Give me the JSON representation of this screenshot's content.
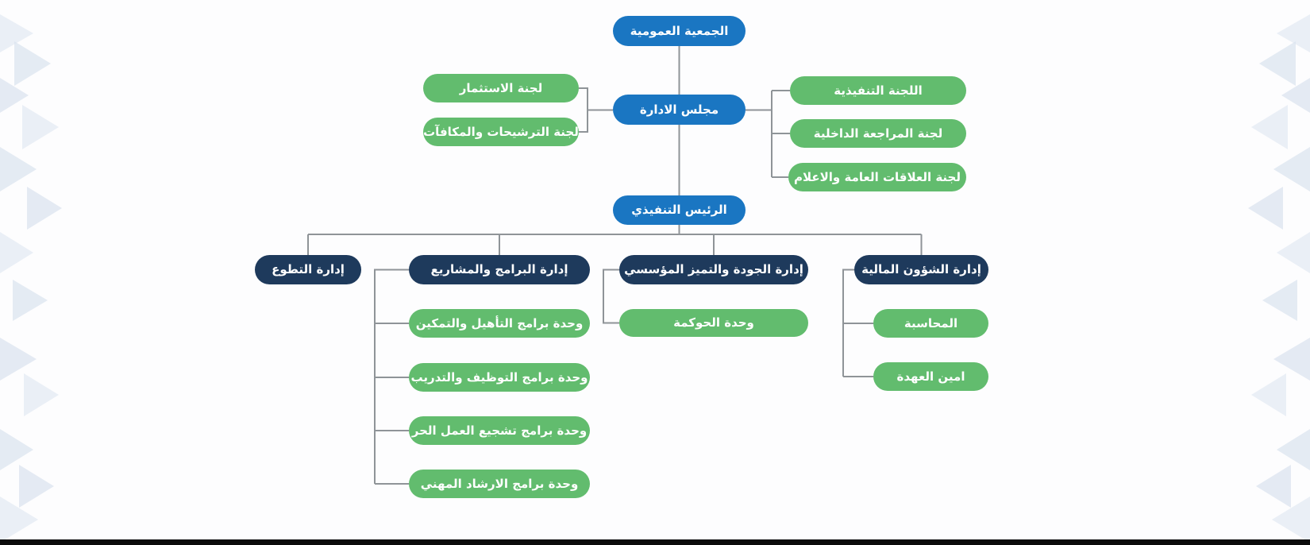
{
  "colors": {
    "blue": "#1a76c2",
    "green": "#62bc6e",
    "navy": "#1e3a5c",
    "line": "#8f9498",
    "pattern_1": "#e6ecf4",
    "pattern_2": "#d8e2ee",
    "pattern_3": "#cfdbe9",
    "bottom_bar": "#0b0b0b"
  },
  "nodes": {
    "general_assembly": "الجمعية العمومية",
    "board": "مجلس الادارة",
    "investment_committee": "لجنة الاستثمار",
    "nominations_remuneration_committee": "لجنة الترشيحات والمكافآت",
    "executive_committee": "اللجنة التنفيذية",
    "internal_audit_committee": "لجنة المراجعة الداخلية",
    "public_relations_media_committee": "لجنة العلاقات العامة والاعلام",
    "ceo": "الرئيس التنفيذي",
    "volunteering_department": "إدارة التطوع",
    "programs_projects_department": "إدارة البرامج والمشاريع",
    "quality_excellence_department": "إدارة الجودة والتميز المؤسسي",
    "financial_affairs_department": "إدارة الشؤون المالية",
    "rehabilitation_empowerment_unit": "وحدة برامج التأهيل والتمكين",
    "employment_training_unit": "وحدة برامج التوظيف والتدريب",
    "freelance_encouragement_unit": "وحدة برامج تشجيع العمل الحر",
    "career_guidance_unit": "وحدة برامج الارشاد المهني",
    "governance_unit": "وحدة الحوكمة",
    "accounting": "المحاسبة",
    "custody_officer": "امين العهدة"
  }
}
